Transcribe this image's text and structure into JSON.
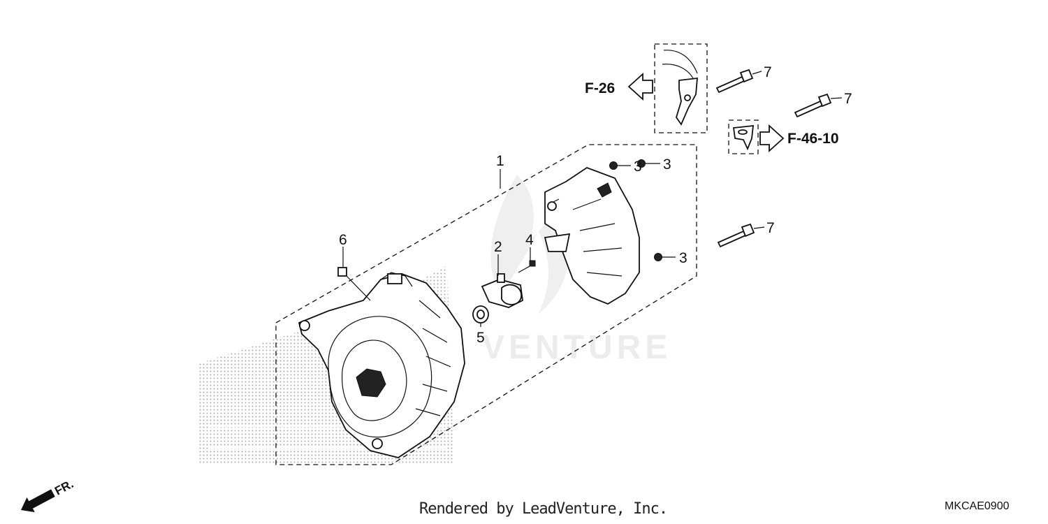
{
  "diagram": {
    "callouts": [
      "1",
      "2",
      "3",
      "3",
      "3",
      "4",
      "5",
      "6",
      "7",
      "7",
      "7"
    ],
    "references": [
      "F-26",
      "F-46-10"
    ],
    "direction_label": "FR.",
    "watermark": "VENTURE"
  },
  "footer": {
    "credit": "Rendered by LeadVenture, Inc.",
    "diagram_code": "MKCAE0900"
  }
}
